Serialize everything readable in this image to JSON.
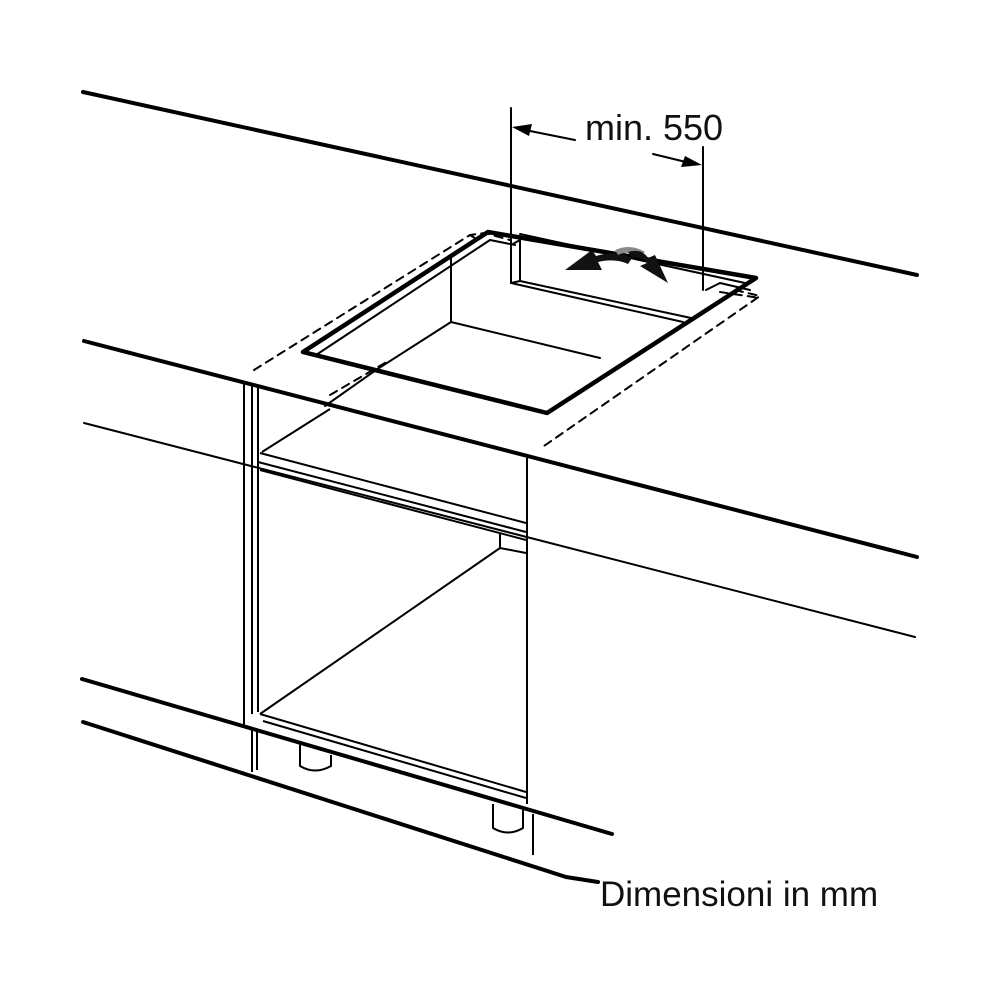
{
  "diagram": {
    "type": "installation-drawing",
    "subject": "built-in hob cutout in countertop over base cabinet",
    "dimension_label": "min. 550",
    "units_label": "Dimensioni in mm",
    "colors": {
      "line": "#000000",
      "arrow_dark": "#111111",
      "arrow_grey": "#8a8a8a",
      "background": "#ffffff"
    }
  }
}
